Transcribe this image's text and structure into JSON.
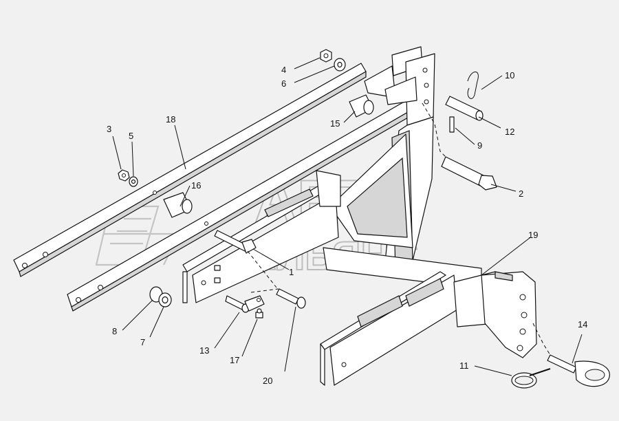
{
  "watermark": {
    "line1": "АВТО",
    "line2": "АЛЬЯНС"
  },
  "callouts": [
    "1",
    "2",
    "3",
    "4",
    "5",
    "6",
    "7",
    "8",
    "9",
    "10",
    "11",
    "12",
    "13",
    "14",
    "15",
    "16",
    "17",
    "18",
    "19",
    "20"
  ]
}
